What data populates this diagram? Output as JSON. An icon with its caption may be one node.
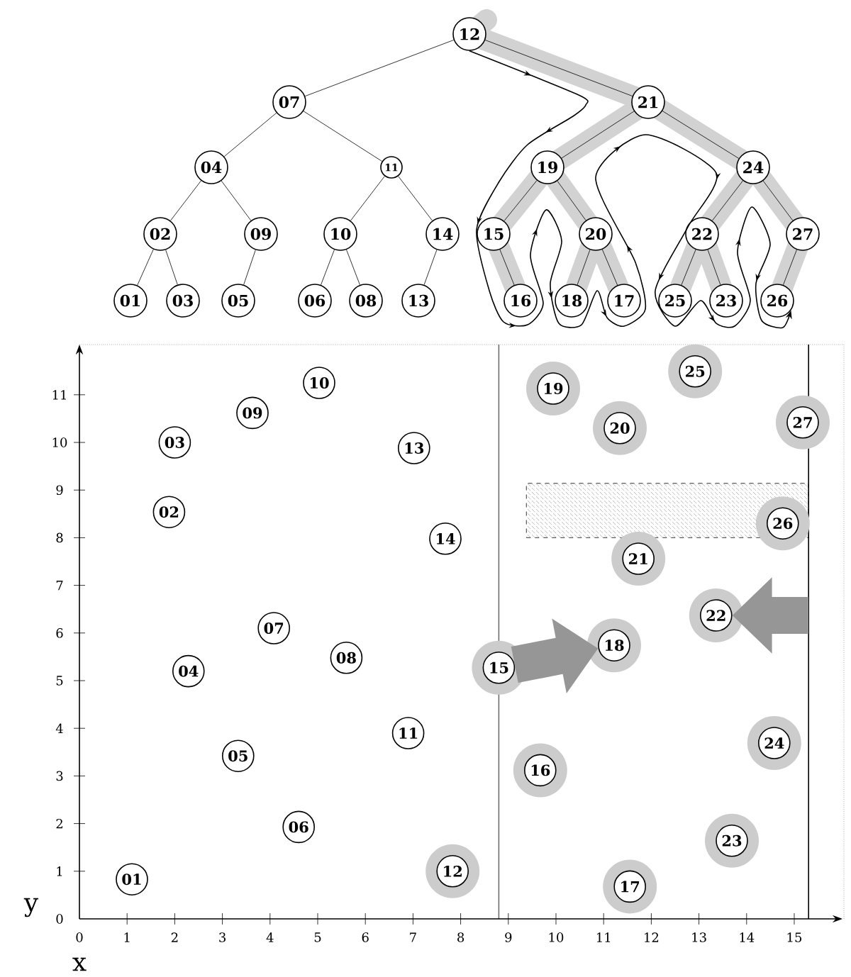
{
  "diagram": {
    "nodes": [
      {
        "text": [
          "12"
        ]
      },
      {
        "text": [
          "07"
        ]
      },
      {
        "text": [
          "21"
        ]
      },
      {
        "text": [
          "04"
        ]
      },
      {
        "text": [
          "11"
        ]
      },
      {
        "text": [
          "19"
        ]
      },
      {
        "text": [
          "24"
        ]
      },
      {
        "text": [
          "02"
        ]
      },
      {
        "text": [
          "09"
        ]
      },
      {
        "text": [
          "10"
        ]
      },
      {
        "text": [
          "14"
        ]
      },
      {
        "text": [
          "15"
        ]
      },
      {
        "text": [
          "20"
        ]
      },
      {
        "text": [
          "22"
        ]
      },
      {
        "text": [
          "27"
        ]
      },
      {
        "text": [
          "01"
        ]
      },
      {
        "text": [
          "03"
        ]
      },
      {
        "text": [
          "05"
        ]
      },
      {
        "text": [
          "06"
        ]
      },
      {
        "text": [
          "08"
        ]
      },
      {
        "text": [
          "13"
        ]
      },
      {
        "text": [
          "16"
        ]
      },
      {
        "text": [
          "18"
        ]
      },
      {
        "text": [
          "17"
        ]
      },
      {
        "text": [
          "25"
        ]
      },
      {
        "text": [
          "23"
        ]
      },
      {
        "text": [
          "26"
        ]
      },
      {
        "text": [
          "01"
        ]
      },
      {
        "text": [
          "02"
        ]
      },
      {
        "text": [
          "03"
        ]
      },
      {
        "text": [
          "04"
        ]
      },
      {
        "text": [
          "05"
        ]
      },
      {
        "text": [
          "06"
        ]
      },
      {
        "text": [
          "07"
        ]
      },
      {
        "text": [
          "08"
        ]
      },
      {
        "text": [
          "09"
        ]
      },
      {
        "text": [
          "10"
        ]
      },
      {
        "text": [
          "11"
        ]
      },
      {
        "text": [
          "12"
        ]
      },
      {
        "text": [
          "13"
        ]
      },
      {
        "text": [
          "14"
        ]
      },
      {
        "text": [
          "15"
        ]
      },
      {
        "text": [
          "16"
        ]
      },
      {
        "text": [
          "17"
        ]
      },
      {
        "text": [
          "18"
        ]
      },
      {
        "text": [
          "19"
        ]
      },
      {
        "text": [
          "20"
        ]
      },
      {
        "text": [
          "21"
        ]
      },
      {
        "text": [
          "22"
        ]
      },
      {
        "text": [
          "23"
        ]
      },
      {
        "text": [
          "24"
        ]
      },
      {
        "text": [
          "25"
        ]
      },
      {
        "text": [
          "26"
        ]
      },
      {
        "text": [
          "27"
        ]
      },
      {
        "text": [],
        "shape": "box"
      }
    ],
    "edges": [
      {
        "from": 0,
        "to": 1,
        "arrow": "none"
      },
      {
        "from": 0,
        "to": 2,
        "arrow": "none"
      },
      {
        "from": 1,
        "to": 3,
        "arrow": "none"
      },
      {
        "from": 1,
        "to": 4,
        "arrow": "none"
      },
      {
        "from": 3,
        "to": 7,
        "arrow": "none"
      },
      {
        "from": 3,
        "to": 8,
        "arrow": "none"
      },
      {
        "from": 7,
        "to": 15,
        "arrow": "none"
      },
      {
        "from": 7,
        "to": 16,
        "arrow": "none"
      },
      {
        "from": 8,
        "to": 17,
        "arrow": "none"
      },
      {
        "from": 4,
        "to": 9,
        "arrow": "none"
      },
      {
        "from": 4,
        "to": 10,
        "arrow": "none"
      },
      {
        "from": 9,
        "to": 18,
        "arrow": "none"
      },
      {
        "from": 9,
        "to": 19,
        "arrow": "none"
      },
      {
        "from": 10,
        "to": 20,
        "arrow": "none"
      },
      {
        "from": 2,
        "to": 5,
        "arrow": "none"
      },
      {
        "from": 2,
        "to": 6,
        "arrow": "none"
      },
      {
        "from": 5,
        "to": 11,
        "arrow": "none"
      },
      {
        "from": 5,
        "to": 12,
        "arrow": "none"
      },
      {
        "from": 11,
        "to": 21,
        "arrow": "none"
      },
      {
        "from": 12,
        "to": 22,
        "arrow": "none"
      },
      {
        "from": 12,
        "to": 23,
        "arrow": "none"
      },
      {
        "from": 6,
        "to": 13,
        "arrow": "none"
      },
      {
        "from": 6,
        "to": 14,
        "arrow": "none"
      },
      {
        "from": 13,
        "to": 24,
        "arrow": "none"
      },
      {
        "from": 13,
        "to": 25,
        "arrow": "none"
      },
      {
        "from": 14,
        "to": 26,
        "arrow": "none"
      },
      {
        "from": 41,
        "to": 44,
        "arrow": "to",
        "style": "thick",
        "color": "#969696"
      },
      {
        "from": null,
        "to": 48,
        "arrow": "to",
        "style": "thick",
        "color": "#969696"
      },
      {
        "from": 0,
        "to": 26,
        "arrow": "to"
      }
    ],
    "labels": [
      "11",
      "10",
      "9",
      "8",
      "7",
      "6",
      "5",
      "4",
      "3",
      "2",
      "1",
      "y",
      "0",
      "0",
      "1",
      "2",
      "3",
      "4",
      "5",
      "6",
      "7",
      "8",
      "9",
      "10",
      "11",
      "12",
      "13",
      "14",
      "15",
      "x"
    ]
  }
}
